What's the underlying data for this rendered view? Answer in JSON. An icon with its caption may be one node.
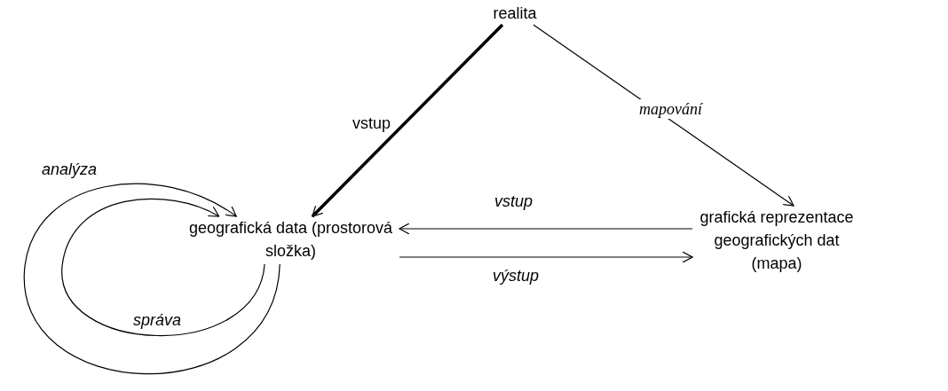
{
  "diagram": {
    "nodes": [
      {
        "text": [
          "realita"
        ]
      },
      {
        "text": [
          "geografická data (prostorová složka)"
        ]
      },
      {
        "text": [
          "grafická reprezentace geografických dat (mapa)"
        ]
      }
    ],
    "edges": [
      {
        "from": 0,
        "to": 1,
        "arrow": "to",
        "label": "vstup",
        "style": "thick"
      },
      {
        "from": 0,
        "to": 2,
        "arrow": "to",
        "label": "mapování"
      },
      {
        "from": 2,
        "to": 1,
        "arrow": "to",
        "label": "vstup"
      },
      {
        "from": 1,
        "to": 2,
        "arrow": "to",
        "label": "výstup"
      },
      {
        "from": 1,
        "to": 1,
        "arrow": "to",
        "label": "analýza"
      },
      {
        "from": 1,
        "to": 1,
        "arrow": "to",
        "label": "správa"
      }
    ]
  }
}
